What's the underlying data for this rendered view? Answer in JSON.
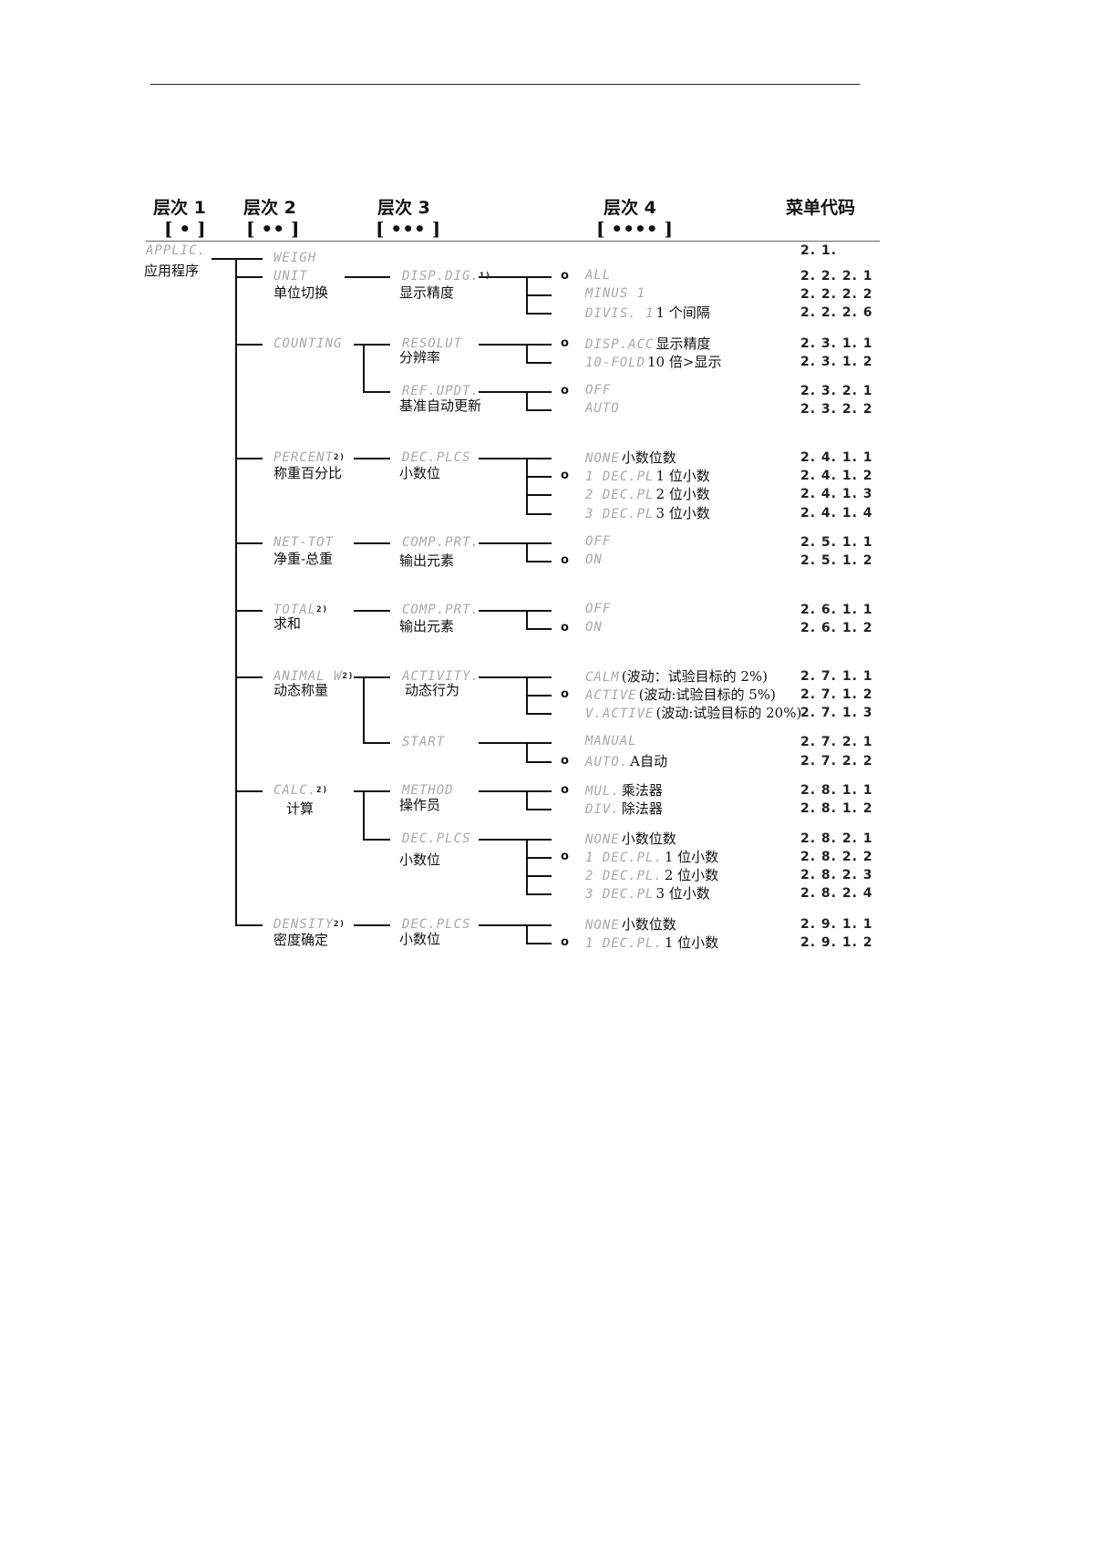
{
  "headers": {
    "levels": [
      {
        "label": "层次 1",
        "bracket": "[ • ]"
      },
      {
        "label": "层次 2",
        "bracket": "[ •• ]"
      },
      {
        "label": "层次 3",
        "bracket": "[ ••• ]"
      },
      {
        "label": "层次 4",
        "bracket": "[ •••• ]"
      }
    ],
    "code_header": "菜单代码"
  },
  "selected_marker": "o",
  "level1": {
    "lcd": "APPLIC.",
    "label": "应用程序"
  },
  "level2": [
    {
      "lcd": "WEIGH",
      "sup": "",
      "label": ""
    },
    {
      "lcd": "UNIT",
      "sup": "",
      "label": "单位切换"
    },
    {
      "lcd": "COUNTING",
      "sup": "",
      "label": ""
    },
    {
      "lcd": "PERCENT",
      "sup": "2)",
      "label": "称重百分比"
    },
    {
      "lcd": "NET-TOT",
      "sup": "",
      "label": "净重-总重"
    },
    {
      "lcd": "TOTAL",
      "sup": "2)",
      "label": "求和"
    },
    {
      "lcd": "ANIMAL W",
      "sup": "2)",
      "label": "动态称量"
    },
    {
      "lcd": "CALC.",
      "sup": "2)",
      "label": "计算"
    },
    {
      "lcd": "DENSITY",
      "sup": "2)",
      "label": "密度确定"
    }
  ],
  "level3": [
    {
      "lcd": "DISP.DIG.",
      "sup": "1)",
      "label": "显示精度"
    },
    {
      "lcd": "RESOLUT",
      "sup": "",
      "label": "分辨率"
    },
    {
      "lcd": "REF.UPDT.",
      "sup": "",
      "label": "基准自动更新"
    },
    {
      "lcd": "DEC.PLCS",
      "sup": "",
      "label": "小数位"
    },
    {
      "lcd": "COMP.PRT.",
      "sup": "",
      "label": "输出元素"
    },
    {
      "lcd": "COMP.PRT.",
      "sup": "",
      "label": "输出元素"
    },
    {
      "lcd": "ACTIVITY.",
      "sup": "",
      "label": "动态行为"
    },
    {
      "lcd": "START",
      "sup": "",
      "label": ""
    },
    {
      "lcd": "METHOD",
      "sup": "",
      "label": "操作员"
    },
    {
      "lcd": "DEC.PLCS",
      "sup": "",
      "label": "小数位"
    },
    {
      "lcd": "DEC.PLCS",
      "sup": "",
      "label": "小数位"
    }
  ],
  "weigh_code": "2. 1.",
  "level4": [
    {
      "lcd": "ALL",
      "label": "",
      "selected": true,
      "code": "2. 2. 2. 1"
    },
    {
      "lcd": "MINUS 1",
      "label": "",
      "selected": false,
      "code": "2. 2. 2. 2"
    },
    {
      "lcd": "DIVIS. 1",
      "label": "1 个间隔",
      "selected": false,
      "code": "2. 2. 2. 6"
    },
    {
      "lcd": "DISP.ACC",
      "label": "显示精度",
      "selected": true,
      "code": "2. 3. 1. 1"
    },
    {
      "lcd": "10-FOLD",
      "label": "10 倍>显示",
      "selected": false,
      "code": "2. 3. 1. 2"
    },
    {
      "lcd": "OFF",
      "label": "",
      "selected": true,
      "code": "2. 3. 2. 1"
    },
    {
      "lcd": "AUTO",
      "label": "",
      "selected": false,
      "code": "2. 3. 2. 2"
    },
    {
      "lcd": "NONE",
      "label": "小数位数",
      "selected": false,
      "code": "2. 4. 1. 1"
    },
    {
      "lcd": "1 DEC.PL",
      "label": "1 位小数",
      "selected": true,
      "code": "2. 4. 1. 2"
    },
    {
      "lcd": "2 DEC.PL",
      "label": "2 位小数",
      "selected": false,
      "code": "2. 4. 1. 3"
    },
    {
      "lcd": "3 DEC.PL",
      "label": "3 位小数",
      "selected": false,
      "code": "2. 4. 1. 4"
    },
    {
      "lcd": "OFF",
      "label": "",
      "selected": false,
      "code": "2. 5. 1. 1"
    },
    {
      "lcd": "ON",
      "label": "",
      "selected": true,
      "code": "2. 5. 1. 2"
    },
    {
      "lcd": "OFF",
      "label": "",
      "selected": false,
      "code": "2. 6. 1. 1"
    },
    {
      "lcd": "ON",
      "label": "",
      "selected": true,
      "code": "2. 6. 1. 2"
    },
    {
      "lcd": "CALM",
      "label": "(波动：试验目标的 2%)",
      "selected": false,
      "code": "2. 7. 1. 1"
    },
    {
      "lcd": "ACTIVE",
      "label": "(波动:试验目标的 5%)",
      "selected": true,
      "code": "2. 7. 1. 2"
    },
    {
      "lcd": "V.ACTIVE",
      "label": "(波动:试验目标的 20%)",
      "selected": false,
      "code": "2. 7. 1. 3"
    },
    {
      "lcd": "MANUAL",
      "label": "",
      "selected": false,
      "code": "2. 7. 2. 1"
    },
    {
      "lcd": "AUTO.",
      "label": "A自动",
      "selected": true,
      "code": "2. 7. 2. 2"
    },
    {
      "lcd": "MUL.",
      "label": "乘法器",
      "selected": true,
      "code": "2. 8. 1. 1"
    },
    {
      "lcd": "DIV.",
      "label": "除法器",
      "selected": false,
      "code": "2. 8. 1. 2"
    },
    {
      "lcd": "NONE",
      "label": "小数位数",
      "selected": false,
      "code": "2. 8. 2. 1"
    },
    {
      "lcd": "1 DEC.PL.",
      "label": "1 位小数",
      "selected": true,
      "code": "2. 8. 2. 2"
    },
    {
      "lcd": "2 DEC.PL.",
      "label": "2 位小数",
      "selected": false,
      "code": "2. 8. 2. 3"
    },
    {
      "lcd": "3 DEC.PL",
      "label": "3 位小数",
      "selected": false,
      "code": "2. 8. 2. 4"
    },
    {
      "lcd": "NONE",
      "label": "小数位数",
      "selected": false,
      "code": "2. 9. 1. 1"
    },
    {
      "lcd": "1 DEC.PL.",
      "label": "1 位小数",
      "selected": true,
      "code": "2. 9. 1. 2"
    }
  ]
}
